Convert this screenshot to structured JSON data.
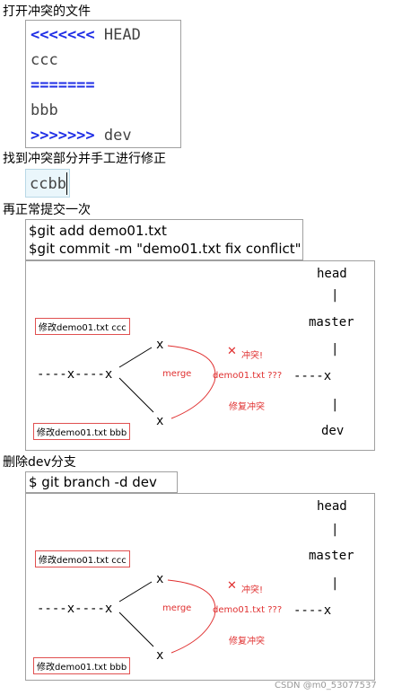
{
  "step1": {
    "title": "打开冲突的文件",
    "lines": [
      "<<<<<<<",
      "HEAD",
      "ccc",
      "=======",
      "bbb",
      ">>>>>>>",
      "dev"
    ]
  },
  "step2": {
    "title": "找到冲突部分并手工进行修正",
    "value": "ccbb"
  },
  "step3": {
    "title": "再正常提交一次",
    "commands": [
      "$git add demo01.txt",
      "$git commit -m \"demo01.txt fix conflict\""
    ]
  },
  "diagram": {
    "head": "head",
    "pipe": "|",
    "master": "master",
    "dev": "dev",
    "tag_top": "修改demo01.txt ccc",
    "tag_bottom": "修改demo01.txt bbb",
    "left_chain": "----x----x",
    "node": "x",
    "merge": "merge",
    "conflict": "冲突!",
    "conflict_mark": "✕",
    "file_q": "demo01.txt ???",
    "right_chain": "----x",
    "fix": "修复冲突"
  },
  "step4": {
    "title": "删除dev分支",
    "command": "$ git branch -d dev"
  },
  "watermark": "CSDN @m0_53077537"
}
